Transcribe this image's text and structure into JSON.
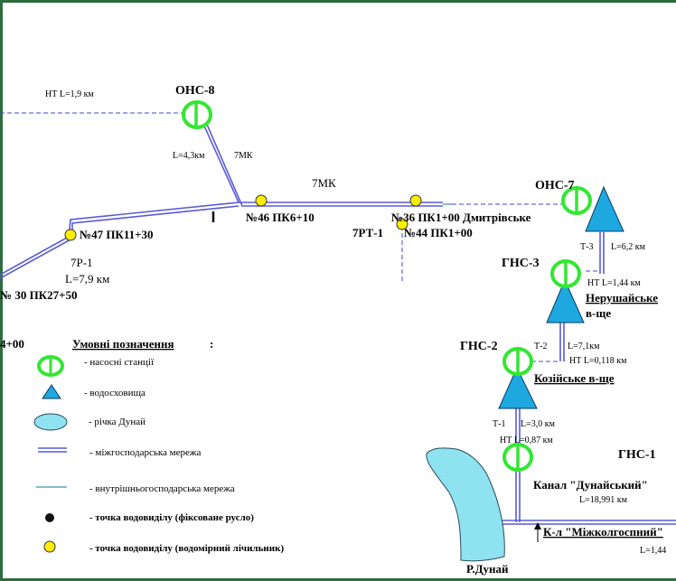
{
  "colors": {
    "pump": "#33e633",
    "reservoir": "#1ea8e0",
    "river": "#8fe3f0",
    "inter_farm_network": "#5a5ad6",
    "intra_farm_network": "#3d8fb0",
    "dashed_network": "#4444cc",
    "fixed_point": "#111111",
    "meter_point": "#ffee00",
    "frame": "#2e6b3f"
  },
  "stations": {
    "ons8": "ОНС-8",
    "ons7": "ОНС-7",
    "gns3": "ГНС-3",
    "gns2": "ГНС-2",
    "gns1": "ГНС-1"
  },
  "labels": {
    "nt_top_left": "НТ  L=1,9 км",
    "l_43": "L=4,3км",
    "mk7_vertical": "7МК",
    "mk7_horizontal": "7МК",
    "pk46": "№46 ПК6+10",
    "pk36": "№36 ПК1+00 Дмитрівське",
    "rt71": "7РТ-1",
    "pk44": "№44 ПК1+00",
    "pk47": "№47 ПК11+30",
    "p71": "7Р-1",
    "l79": "L=7,9 км",
    "pk30": "№ 30  ПК27+50",
    "pk_left_cut": "4+00",
    "t3": "Т-3",
    "l62": "L=6,2 км",
    "nt144": "НТ L=1,44 км",
    "nerush_1": "Нерушайське",
    "nerush_2": "в-ще",
    "t2": "Т-2",
    "l71": "L=7,1км",
    "nt0118": "НТ L=0,118 км",
    "kozii": "Козійське в-ще",
    "t1": "Т-1",
    "l30": "L=3,0 км",
    "nt087": "НТ L=0,87 км",
    "canal": "Канал \"Дунайський\"",
    "l18991": "L=18,991 км",
    "kl_mizhkolg": "К-л \"Міжколгоспний\"",
    "l144_cut": "L=1,44",
    "danube": "Р.Дунай"
  },
  "legend": {
    "title": "Умовні позначення",
    "items": [
      {
        "symbol": "pump-station",
        "text": "- насосні станції"
      },
      {
        "symbol": "reservoir",
        "text": "- водосховища"
      },
      {
        "symbol": "river",
        "text": "- річка  Дунай"
      },
      {
        "symbol": "inter-farm-network",
        "text": "- міжгосподарська мережа"
      },
      {
        "symbol": "intra-farm-network",
        "text": "- внутрішньогосподарська мережа"
      },
      {
        "symbol": "fixed-point",
        "text": "- точка водовиділу (фіксоване русло)"
      },
      {
        "symbol": "meter-point",
        "text": "- точка водовиділу (водомірний лічильник)"
      }
    ]
  }
}
